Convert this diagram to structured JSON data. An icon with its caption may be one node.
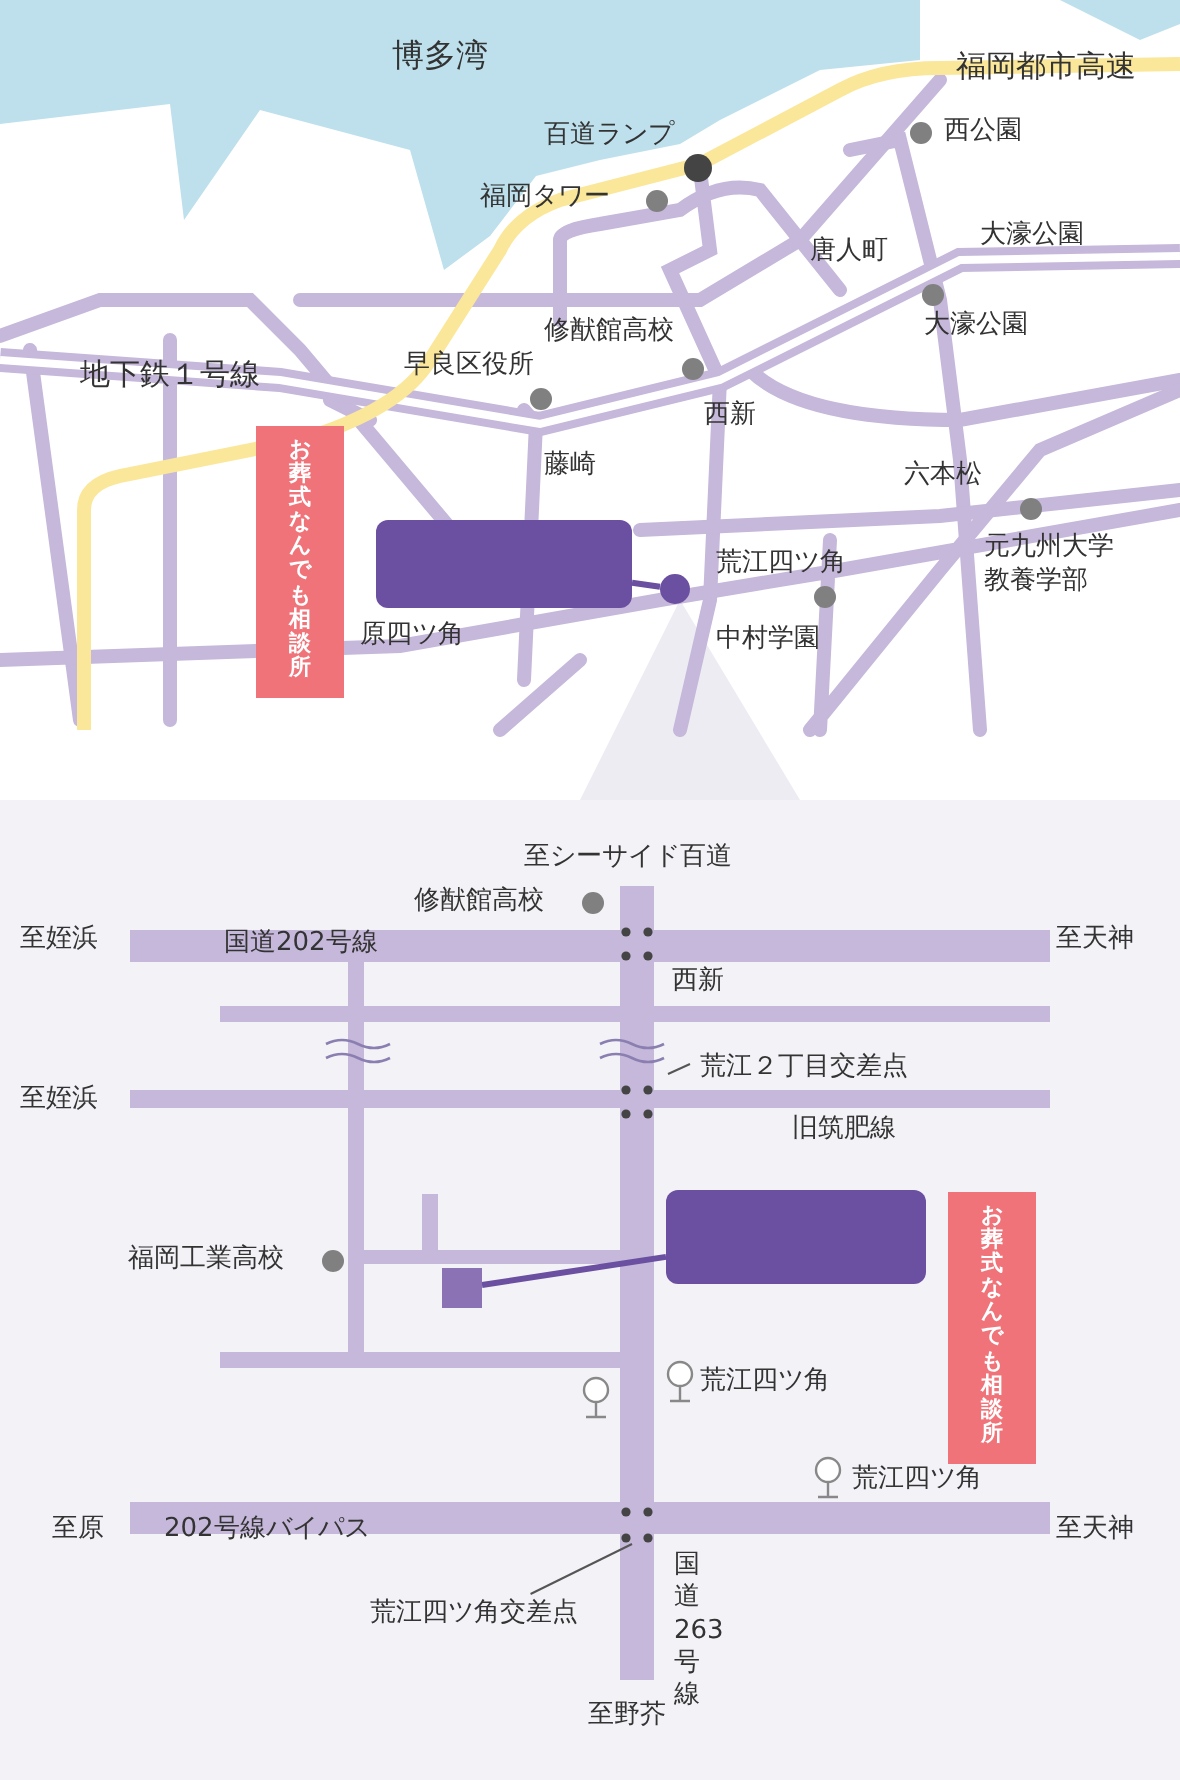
{
  "diagram": {
    "nodes": [
      {
        "text": [],
        "shape": "box"
      },
      {
        "text": [],
        "shape": "circle"
      },
      {
        "text": [
          "お葬式なんでも相談所"
        ]
      },
      {
        "text": [],
        "shape": "box"
      },
      {
        "text": [],
        "shape": "box"
      },
      {
        "text": [
          "お葬式なんでも相談所"
        ]
      },
      {
        "text": [
          "荒江四ツ角交差点"
        ]
      }
    ],
    "edges": [
      {
        "from": 0,
        "to": 1,
        "arrow": "none"
      },
      {
        "from": 3,
        "to": 4,
        "arrow": "none"
      },
      {
        "from": 6,
        "to": null,
        "arrow": "none"
      }
    ],
    "labels": [
      "博多湾",
      "福岡都市高速",
      "百道ランプ",
      "西公園",
      "福岡タワー",
      "唐人町",
      "大濠公園",
      "修猷館高校",
      "大濠公園",
      "地下鉄１号線",
      "早良区役所",
      "西新",
      "藤崎",
      "六本松",
      "荒江四ツ角",
      "元九州大学",
      "教養学部",
      "原四ツ角",
      "中村学園",
      "至シーサイド百道",
      "修猷館高校",
      "至姪浜",
      "国道202号線",
      "至天神",
      "西新",
      "荒江２丁目交差点",
      "至姪浜",
      "旧筑肥線",
      "福岡工業高校",
      "荒江四ツ角",
      "荒江四ツ角",
      "至原",
      "202号線バイパス",
      "至天神",
      "国道263号線",
      "至野芥"
    ]
  }
}
